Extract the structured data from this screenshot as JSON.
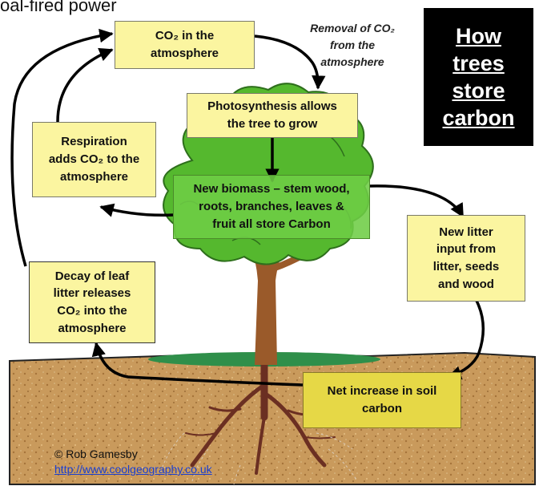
{
  "heading_fragment": "oal-fired power",
  "title_lines": [
    "How",
    "trees",
    "store",
    "carbon"
  ],
  "removal_note": [
    "Removal of CO₂",
    "from the",
    "atmosphere"
  ],
  "boxes": {
    "co2_atmosphere": [
      "CO₂ in the",
      "atmosphere"
    ],
    "photosynthesis": [
      "Photosynthesis allows",
      "the tree to grow"
    ],
    "respiration": [
      "Respiration",
      "adds CO₂ to the",
      "atmosphere"
    ],
    "new_biomass": [
      "New biomass – stem wood,",
      "roots, branches, leaves &",
      "fruit all store Carbon"
    ],
    "new_litter": [
      "New litter",
      "input from",
      "litter, seeds",
      "and wood"
    ],
    "decay": [
      "Decay of leaf",
      "litter releases",
      "CO₂ into the",
      "atmosphere"
    ],
    "soil_carbon": [
      "Net increase in soil",
      "carbon"
    ]
  },
  "credit": {
    "author": "© Rob Gamesby",
    "url": "http://www.coolgeography.co.uk"
  },
  "colors": {
    "box_fill": "#fbf5a0",
    "biomass_fill": "#6ecd46",
    "soil_box_fill": "#e6d846",
    "soil": "#c99a5c",
    "foliage": "#55b82e",
    "trunk": "#9a5a2a",
    "title_panel": "#000000"
  }
}
